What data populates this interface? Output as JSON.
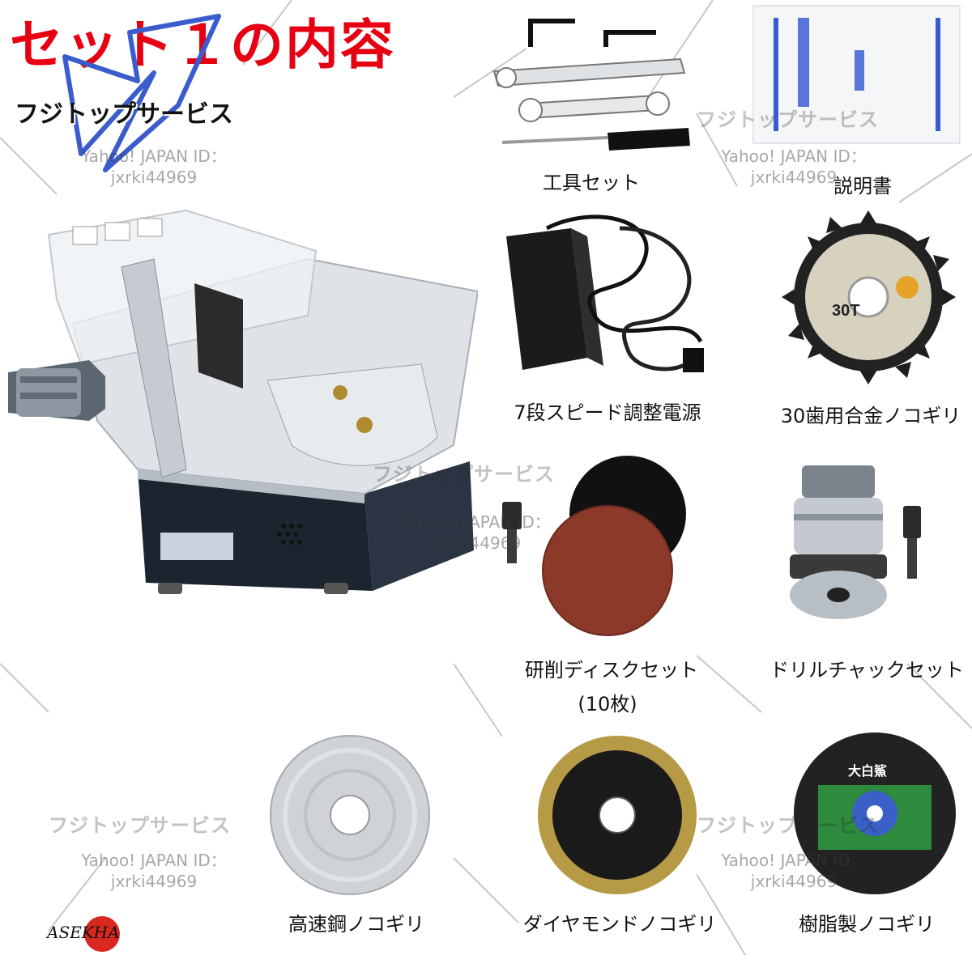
{
  "header": {
    "title": "セット１の内容",
    "brand": "フジトップサービス"
  },
  "watermark": {
    "brand": "フジトップサービス",
    "yahoo_line1": "Yahoo! JAPAN ID：",
    "yahoo_line2": "jxrki44969"
  },
  "items": [
    {
      "label": "工具セット",
      "icon": "tool-set-icon"
    },
    {
      "label": "説明書",
      "icon": "manual-icon"
    },
    {
      "label": "7段スピード調整電源",
      "icon": "power-adapter-icon"
    },
    {
      "label": "30歯用合金ノコギリ",
      "icon": "toothed-blade-icon"
    },
    {
      "label": "研削ディスクセット",
      "sublabel": "(10枚)",
      "icon": "sanding-disc-icon"
    },
    {
      "label": "ドリルチャックセット",
      "icon": "drill-chuck-icon"
    },
    {
      "label": "高速鋼ノコギリ",
      "icon": "hss-blade-icon"
    },
    {
      "label": "ダイヤモンドノコギリ",
      "icon": "diamond-blade-icon"
    },
    {
      "label": "樹脂製ノコギリ",
      "icon": "resin-disc-icon"
    }
  ],
  "product": {
    "icon": "table-saw-icon",
    "blade_label": "30T",
    "disc_brand": "大白鯊"
  },
  "logo": {
    "text": "ASEKHA"
  },
  "colors": {
    "title": "#e60012",
    "logo": "#d8281f"
  }
}
